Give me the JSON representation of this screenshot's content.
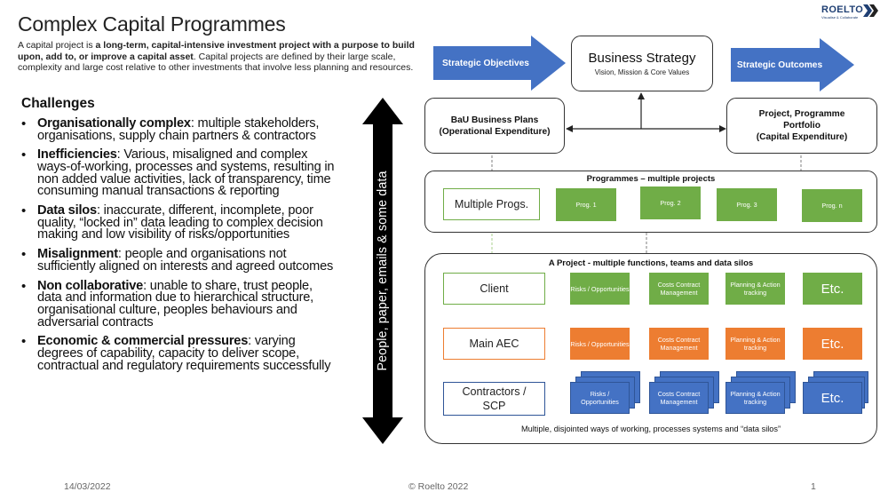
{
  "header": {
    "title": "Complex Capital Programmes",
    "intro_prefix": "A capital project is ",
    "intro_bold": "a long-term, capital-intensive investment project with a purpose to build upon, add to, or improve a capital asset",
    "intro_suffix": ". Capital projects are defined by their large scale, complexity and large cost relative to other investments that involve less planning and resources."
  },
  "challenges": {
    "heading": "Challenges",
    "items": [
      {
        "term": "Organisationally complex",
        "text": ": multiple stakeholders, organisations, supply chain partners & contractors"
      },
      {
        "term": "Inefficiencies",
        "text": ": Various, misaligned and complex  ways-of-working, processes and systems, resulting in non added value activities, lack of transparency, time consuming manual transactions & reporting"
      },
      {
        "term": "Data silos",
        "text": ": inaccurate, different, incomplete, poor quality, “locked in” data leading to complex decision making and low visibility of risks/opportunities"
      },
      {
        "term": "Misalignment",
        "text": ":  people and organisations not sufficiently aligned on interests and agreed outcomes"
      },
      {
        "term": "Non collaborative",
        "text": ": unable to share, trust people, data and information due to hierarchical structure, organisational culture, peoples behaviours and adversarial contracts"
      },
      {
        "term": "Economic & commercial pressures",
        "text": ": varying degrees of capability, capacity to deliver scope, contractual and regulatory requirements successfully"
      }
    ]
  },
  "diagram": {
    "strategic_objectives": "Strategic Objectives",
    "strategic_outcomes": "Strategic Outcomes",
    "business_strategy": {
      "title": "Business Strategy",
      "subtitle": "Vision, Mission & Core Values"
    },
    "bau": {
      "line1": "BaU Business Plans",
      "line2": "(Operational Expenditure)"
    },
    "ppp": {
      "line1": "Project, Programme",
      "line2": "Portfolio",
      "line3": "(Capital Expenditure)"
    },
    "vertical_label": "People, paper, emails & some data",
    "programmes": {
      "title": "Programmes – multiple projects",
      "label": "Multiple Progs.",
      "tiles": [
        "Prog. 1",
        "Prog. 2",
        "Prog. 3",
        "Prog. n"
      ]
    },
    "project": {
      "title": "A Project - multiple functions, teams and data silos",
      "bottom": "Multiple, disjointed ways of working, processes systems and “data silos”",
      "rows": [
        {
          "label": "Client",
          "tiles": [
            "Risks / Opportunities",
            "Costs Contract Management",
            "Planning & Action tracking",
            "Etc."
          ]
        },
        {
          "label": "Main AEC",
          "tiles": [
            "Risks / Opportunities",
            "Costs Contract Management",
            "Planning & Action tracking",
            "Etc."
          ]
        },
        {
          "label": "Contractors / SCP",
          "tiles": [
            "Risks / Opportunities",
            "Costs Contract Management",
            "Planning & Action tracking",
            "Etc."
          ]
        }
      ]
    }
  },
  "footer": {
    "date": "14/03/2022",
    "copyright": "© Roelto 2022",
    "page": "1"
  },
  "logo": {
    "word": "ROELTO",
    "tagline": "Visualise & Collaborate"
  },
  "colors": {
    "green": "#70ad47",
    "orange": "#ed7d31",
    "blue": "#4472c4",
    "dark_blue": "#2f5597",
    "arrow_blue": "#4472c4"
  }
}
